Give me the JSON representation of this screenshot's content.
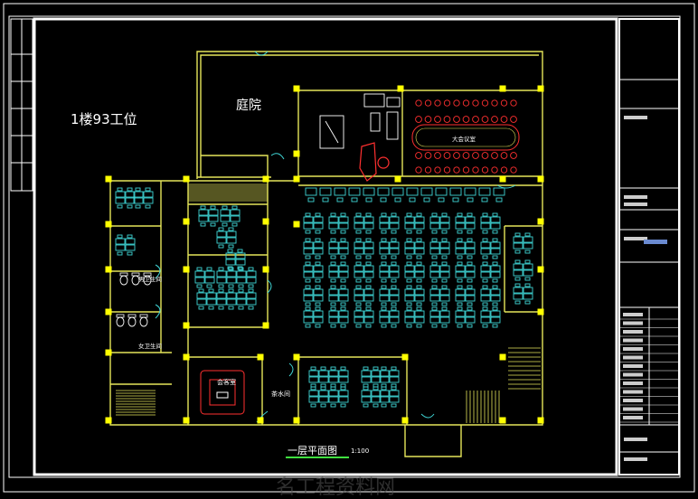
{
  "drawing": {
    "workstation_note": "1楼93工位",
    "courtyard": "庭院",
    "conference_room": "大会议室",
    "mens_restroom": "男卫生间",
    "womens_restroom": "女卫生间",
    "reception_room": "会客室",
    "tea_room": "茶水间",
    "plan_title": "一层平面图",
    "plan_scale": "1:100",
    "watermark": "名工程资料网"
  },
  "colors": {
    "background": "#000000",
    "frame": "#ffffff",
    "wall": "#e6e65a",
    "furniture": "#3fd4d4",
    "column": "#ffff00",
    "furniture_red": "#ff3030",
    "title_green": "#40e040"
  }
}
